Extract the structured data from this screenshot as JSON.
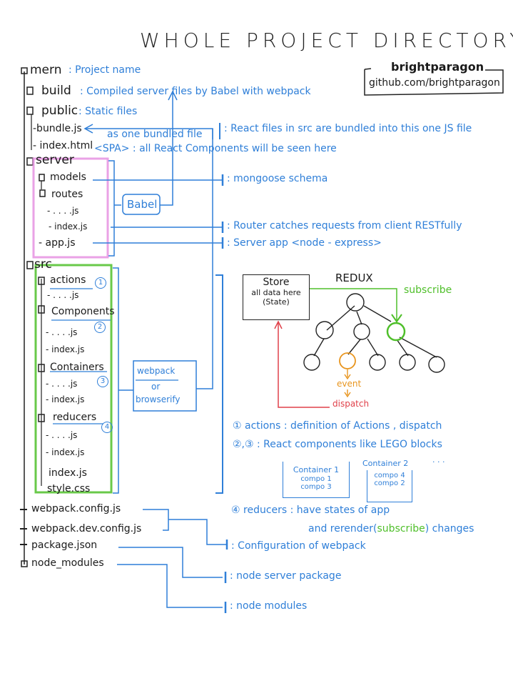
{
  "title": "WHOLE PROJECT DIRECTORY",
  "signature": {
    "name": "brightparagon",
    "url": "github.com/brightparagon"
  },
  "tree": {
    "root": {
      "name": "mern",
      "desc": ": Project name"
    },
    "build": {
      "name": "build",
      "desc": ": Compiled server files by Babel with webpack"
    },
    "public": {
      "name": "public",
      "desc": ": Static files"
    },
    "bundle": {
      "name": "-bundle.js",
      "arrow_label": "as one bundled file",
      "desc": ": React files in src are bundled into this one JS file"
    },
    "index_html": {
      "name": "- index.html",
      "desc": "<SPA> : all React Components will be seen here"
    },
    "server": {
      "name": "server",
      "models": {
        "name": "models",
        "desc": ": mongoose schema"
      },
      "routes": {
        "name": "routes"
      },
      "routes_files": [
        "- . . . .js",
        "- index.js"
      ],
      "routes_desc": ": Router catches requests from client RESTfully",
      "app": {
        "name": "- app.js",
        "desc": ": Server app <node - express>"
      },
      "tool": "Babel"
    },
    "src": {
      "name": "src",
      "actions": {
        "name": "actions",
        "num": "1",
        "files": [
          "- . . . .js"
        ]
      },
      "components": {
        "name": "Components",
        "num": "2",
        "files": [
          "- . . . .js",
          "- index.js"
        ]
      },
      "containers": {
        "name": "Containers",
        "num": "3",
        "files": [
          "- . . . .js",
          "- index.js"
        ]
      },
      "reducers": {
        "name": "reducers",
        "num": "4",
        "files": [
          "- . . . .js",
          "- index.js"
        ]
      },
      "files": [
        "index.js",
        "style.css"
      ],
      "tool_line1": "webpack",
      "tool_line2": "or",
      "tool_line3": "browserify"
    },
    "webpack_config": {
      "name": "webpack.config.js"
    },
    "webpack_dev_config": {
      "name": "webpack.dev.config.js"
    },
    "webpack_desc": ": Configuration of webpack",
    "package_json": {
      "name": "package.json",
      "desc": ": node server package"
    },
    "node_modules": {
      "name": "node_modules",
      "desc": ": node modules"
    }
  },
  "redux": {
    "title": "REDUX",
    "store_line1": "Store",
    "store_line2": "all data here",
    "store_line3": "(State)",
    "subscribe": "subscribe",
    "event": "event",
    "dispatch": "dispatch"
  },
  "notes": {
    "actions": "① actions : definition of Actions , dispatch",
    "components": "②,③ : React components like LEGO blocks",
    "container1": {
      "title": "Container 1",
      "items": [
        "compo 1",
        "compo 3",
        ":"
      ]
    },
    "container2": {
      "title": "Container 2",
      "items": [
        "compo 4",
        "compo 2",
        ":"
      ]
    },
    "ellipsis": "· · ·",
    "reducers_line1": "④ reducers : have states of app",
    "reducers_line2_a": "and rerender(",
    "reducers_line2_b": "subscribe",
    "reducers_line2_c": ") changes"
  },
  "colors": {
    "ink": "#1a1a1a",
    "blue": "#2f7fd8",
    "green": "#4fbf2a",
    "pink": "#e58be0",
    "orange": "#e8951e",
    "red": "#e0404a"
  }
}
